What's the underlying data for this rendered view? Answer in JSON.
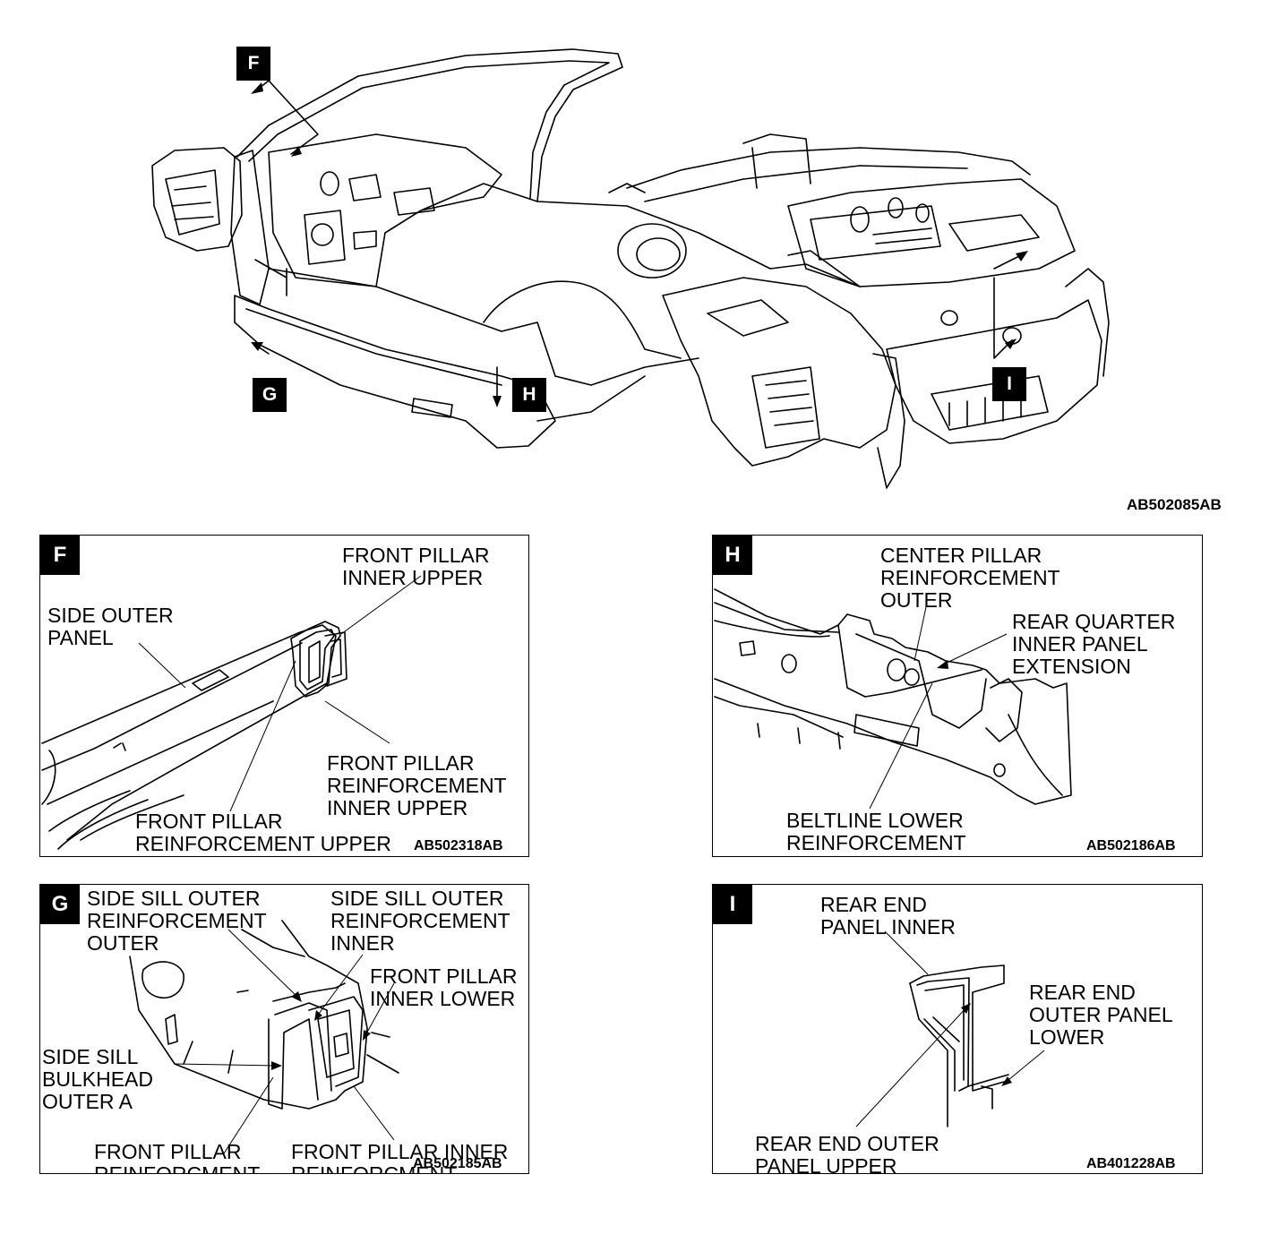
{
  "main": {
    "code": "AB502085AB",
    "callouts": {
      "f": "F",
      "g": "G",
      "h": "H",
      "i": "I"
    }
  },
  "panel_f": {
    "tag": "F",
    "code": "AB502318AB",
    "labels": {
      "front_pillar_inner_upper": "FRONT PILLAR\nINNER UPPER",
      "side_outer_panel": "SIDE OUTER\nPANEL",
      "front_pillar_reinf_inner_upper": "FRONT PILLAR\nREINFORCEMENT\nINNER UPPER",
      "front_pillar_reinf_upper": "FRONT PILLAR\nREINFORCEMENT UPPER"
    }
  },
  "panel_h": {
    "tag": "H",
    "code": "AB502186AB",
    "labels": {
      "center_pillar_reinf_outer": "CENTER PILLAR\nREINFORCEMENT\nOUTER",
      "rear_quarter_inner_ext": "REAR QUARTER\nINNER PANEL\nEXTENSION",
      "beltline_lower_reinf": "BELTLINE LOWER\nREINFORCEMENT"
    }
  },
  "panel_g": {
    "tag": "G",
    "code": "AB502185AB",
    "labels": {
      "side_sill_outer_reinf_outer": "SIDE SILL OUTER\nREINFORCEMENT\nOUTER",
      "side_sill_outer_reinf_inner": "SIDE SILL OUTER\nREINFORCEMENT\nINNER",
      "front_pillar_inner_lower": "FRONT PILLAR\nINNER LOWER",
      "side_sill_bulkhead_outer_a": "SIDE SILL\nBULKHEAD\nOUTER A",
      "front_pillar_reinforment_upper": "FRONT PILLAR\nREINFORCMENT\nUPPER",
      "front_pillar_inner_reinforment_lower": "FRONT PILLAR INNER\nREINFORCMENT\nLOWER"
    }
  },
  "panel_i": {
    "tag": "I",
    "code": "AB401228AB",
    "labels": {
      "rear_end_panel_inner": "REAR END\nPANEL INNER",
      "rear_end_outer_panel_lower": "REAR END\nOUTER PANEL\nLOWER",
      "rear_end_outer_panel_upper": "REAR END OUTER\nPANEL UPPER"
    }
  }
}
